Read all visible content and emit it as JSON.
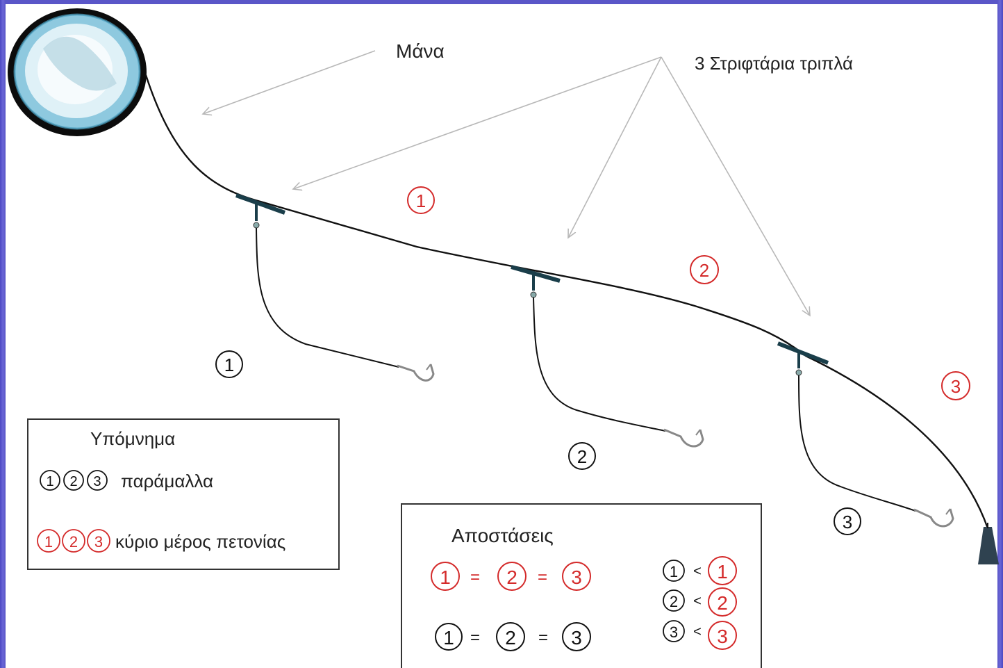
{
  "labels": {
    "mana": "Μάνα",
    "swivels": "3 Στριφτάρια τριπλά"
  },
  "segment_markers": {
    "main_line": [
      "1",
      "2",
      "3"
    ],
    "branches": [
      "1",
      "2",
      "3"
    ]
  },
  "legend": {
    "title": "Υπόμνημα",
    "branches_row": {
      "symbols": [
        "1",
        "2",
        "3"
      ],
      "text": "παράμαλλα"
    },
    "main_row": {
      "symbols": [
        "1",
        "2",
        "3"
      ],
      "text": "κύριο μέρος πετονίας"
    }
  },
  "distances": {
    "title": "Αποστάσεις",
    "red_equation": [
      "1",
      "=",
      "2",
      "=",
      "3"
    ],
    "black_equation": [
      "1",
      "=",
      "2",
      "=",
      "3"
    ],
    "comparisons": [
      {
        "left": "1",
        "op": "<",
        "right": "1"
      },
      {
        "left": "2",
        "op": "<",
        "right": "2"
      },
      {
        "left": "3",
        "op": "<",
        "right": "3"
      }
    ]
  },
  "colors": {
    "frame": "#5a56c8",
    "main_marker": "#d42a2a",
    "branch_marker": "#111111",
    "line": "#111111",
    "arrow": "#b8b8b8"
  }
}
